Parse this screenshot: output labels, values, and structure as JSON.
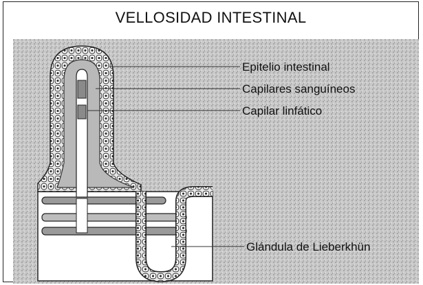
{
  "title": "VELLOSIDAD INTESTINAL",
  "labels": {
    "epithelium": "Epitelio intestinal",
    "blood_capillaries": "Capilares sanguíneos",
    "lymph_capillary": "Capilar linfático",
    "gland": "Glándula de Lieberkhün"
  }
}
